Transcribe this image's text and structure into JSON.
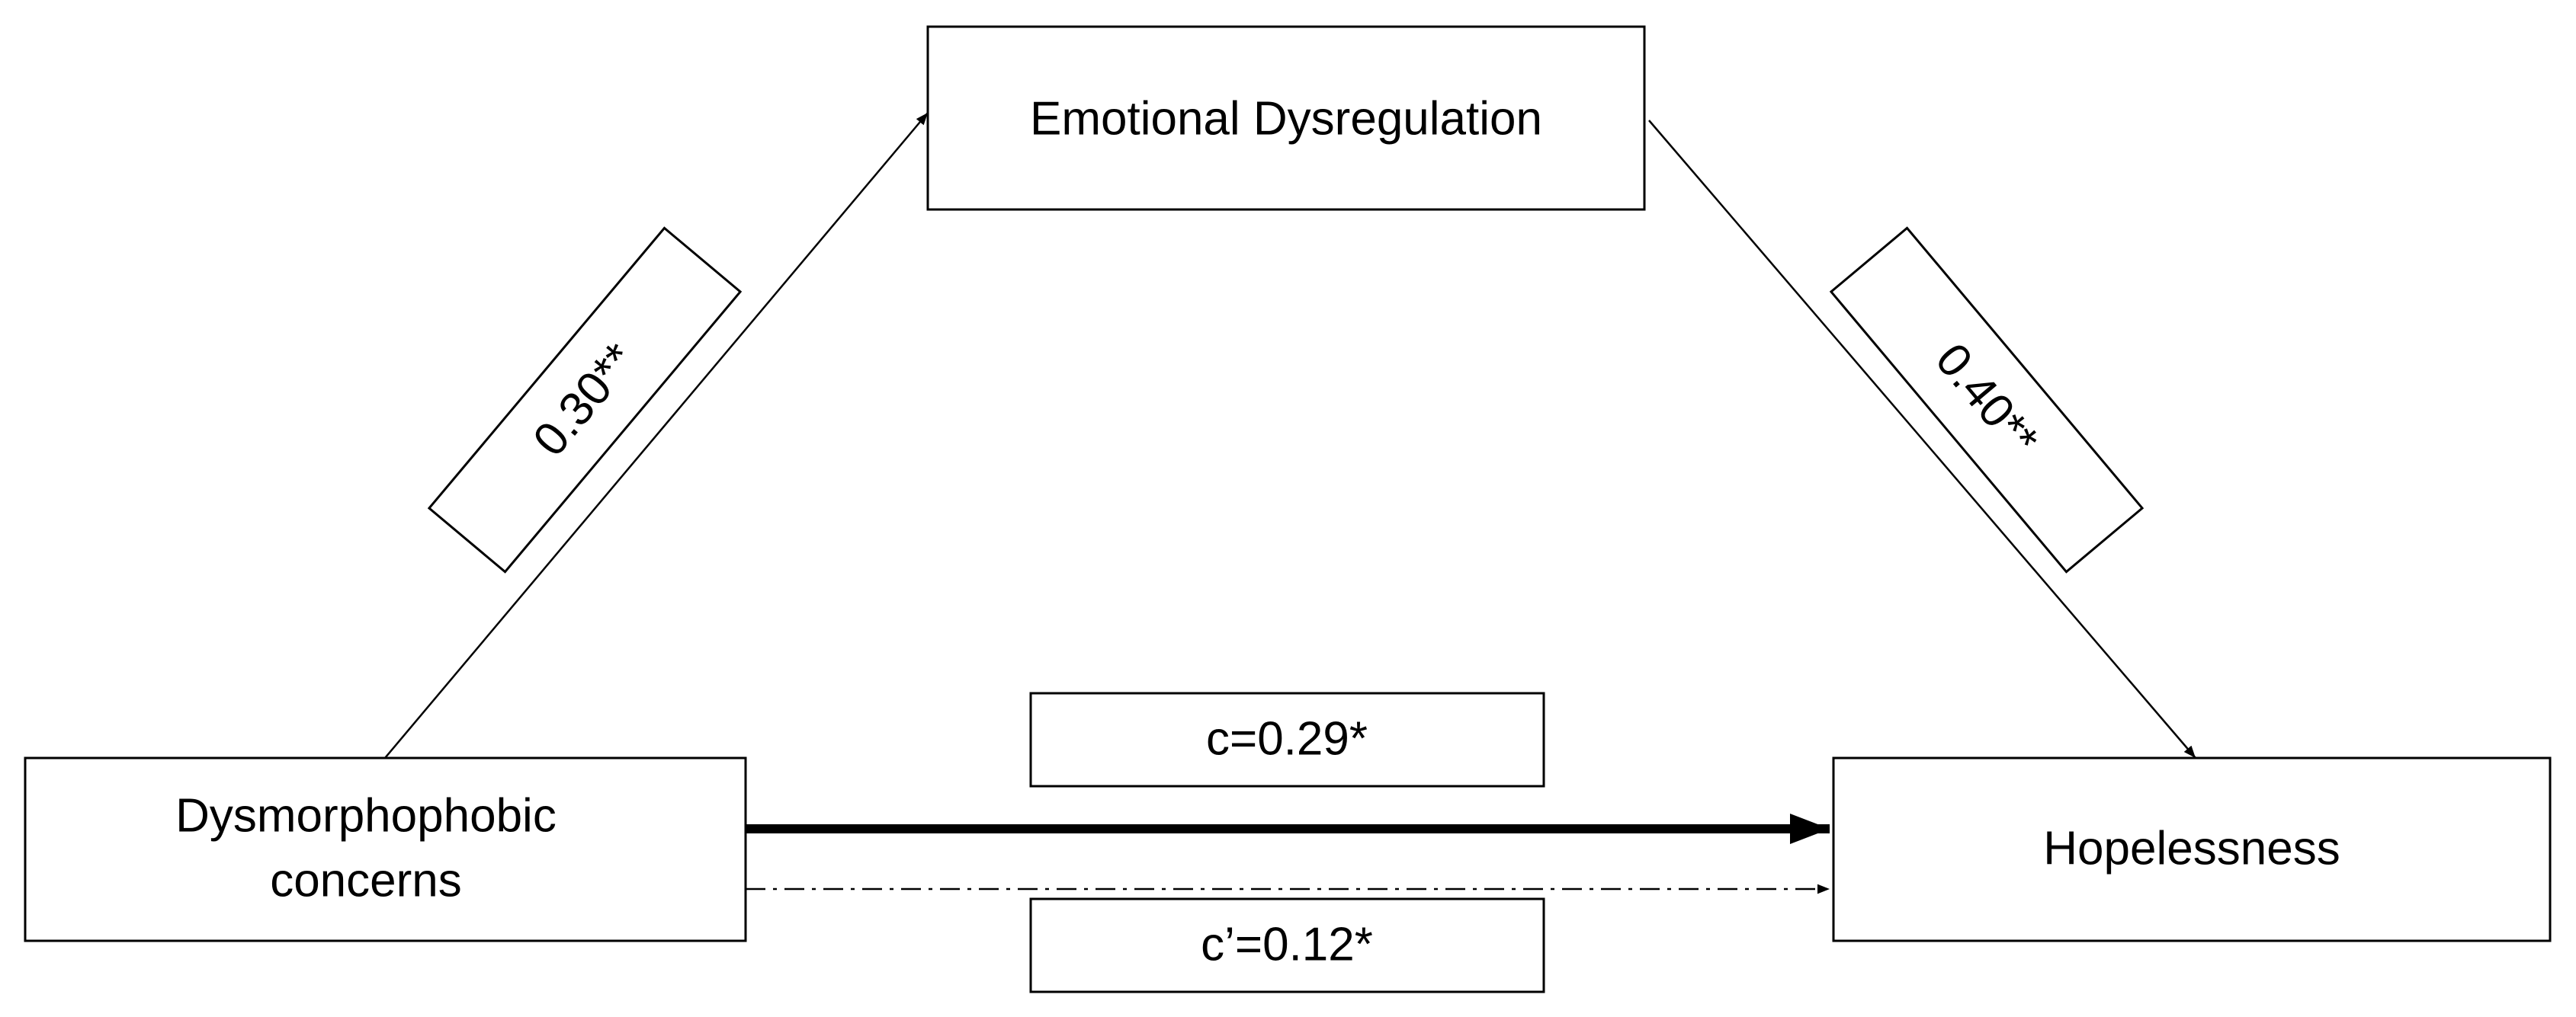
{
  "nodes": {
    "mediator": {
      "label": "Emotional Dysregulation"
    },
    "predictor": {
      "label_line1": "Dysmorphophobic",
      "label_line2": "concerns"
    },
    "outcome": {
      "label": "Hopelessness"
    }
  },
  "paths": {
    "a": {
      "coefficient": "0.30**"
    },
    "b": {
      "coefficient": "0.40**"
    },
    "c_total": {
      "coefficient": "c=0.29*"
    },
    "c_direct": {
      "coefficient": "c’=0.12*"
    }
  },
  "colors": {
    "stroke": "#000000",
    "background": "#ffffff"
  }
}
